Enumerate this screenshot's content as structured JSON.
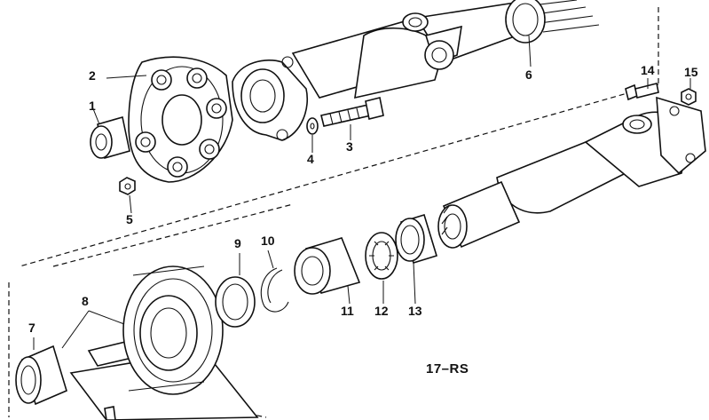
{
  "diagram": {
    "callouts": [
      {
        "id": "1",
        "text": "1"
      },
      {
        "id": "2",
        "text": "2"
      },
      {
        "id": "3",
        "text": "3"
      },
      {
        "id": "4",
        "text": "4"
      },
      {
        "id": "5",
        "text": "5"
      },
      {
        "id": "6",
        "text": "6"
      },
      {
        "id": "7",
        "text": "7"
      },
      {
        "id": "8",
        "text": "8"
      },
      {
        "id": "9",
        "text": "9"
      },
      {
        "id": "10",
        "text": "10"
      },
      {
        "id": "11",
        "text": "11"
      },
      {
        "id": "12",
        "text": "12"
      },
      {
        "id": "13",
        "text": "13"
      },
      {
        "id": "14",
        "text": "14"
      },
      {
        "id": "15",
        "text": "15"
      }
    ],
    "drawing_code": "17–RS"
  }
}
